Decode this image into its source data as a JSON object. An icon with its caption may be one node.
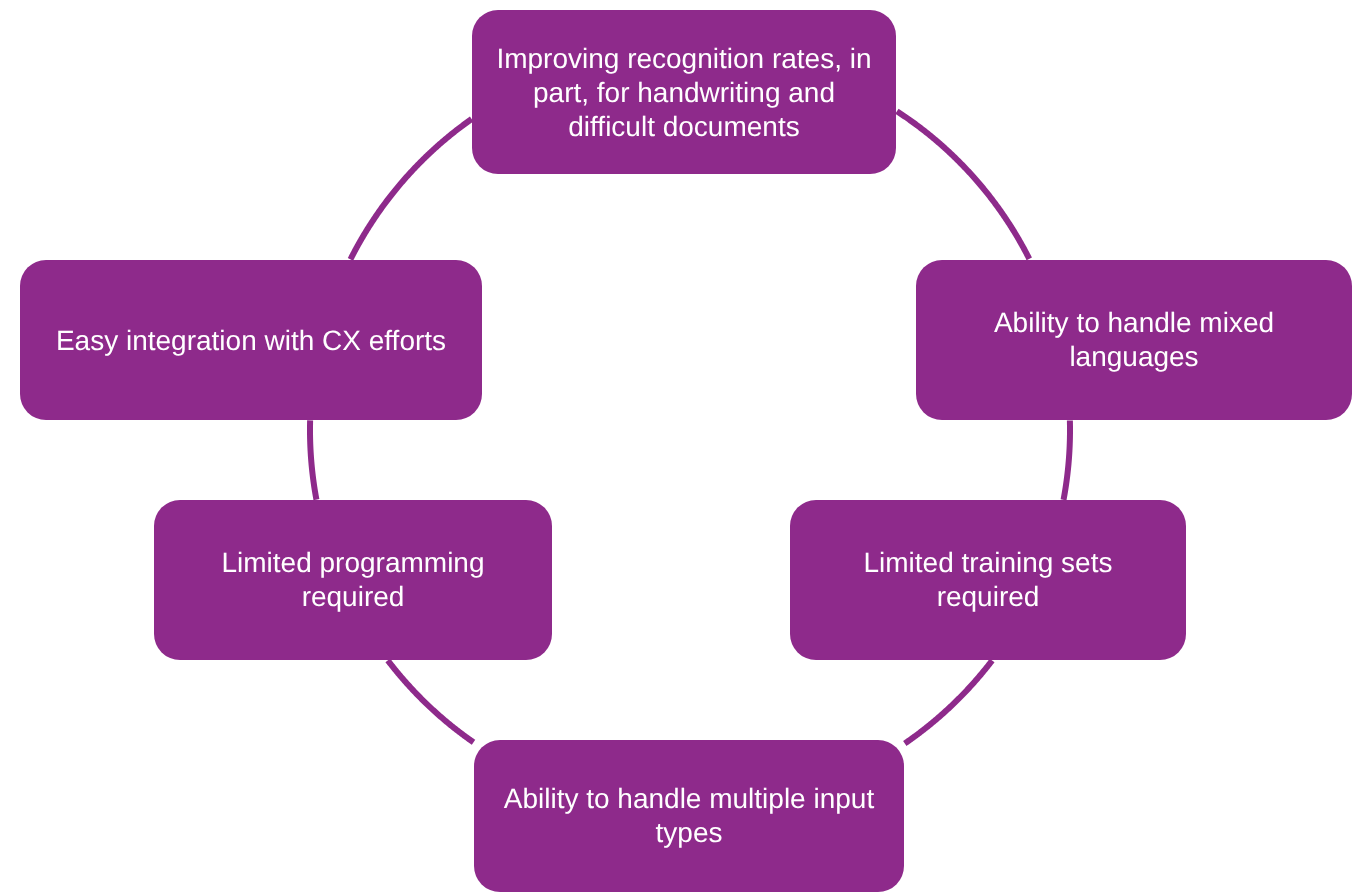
{
  "diagram": {
    "nodes": [
      {
        "text": [
          "Improving recognition rates, in part, for handwriting and difficult documents"
        ]
      },
      {
        "text": [
          "Easy integration with CX efforts"
        ]
      },
      {
        "text": [
          "Ability to handle mixed languages"
        ]
      },
      {
        "text": [
          "Limited programming required"
        ]
      },
      {
        "text": [
          "Limited training sets required"
        ]
      },
      {
        "text": [
          "Ability to handle multiple input types"
        ]
      }
    ],
    "edges": [
      {
        "from": 0,
        "to": 2,
        "arrow": "none"
      },
      {
        "from": 2,
        "to": 4,
        "arrow": "none"
      },
      {
        "from": 4,
        "to": 5,
        "arrow": "none"
      },
      {
        "from": 5,
        "to": 3,
        "arrow": "none"
      },
      {
        "from": 3,
        "to": 1,
        "arrow": "none"
      },
      {
        "from": 1,
        "to": 0,
        "arrow": "none"
      }
    ]
  }
}
